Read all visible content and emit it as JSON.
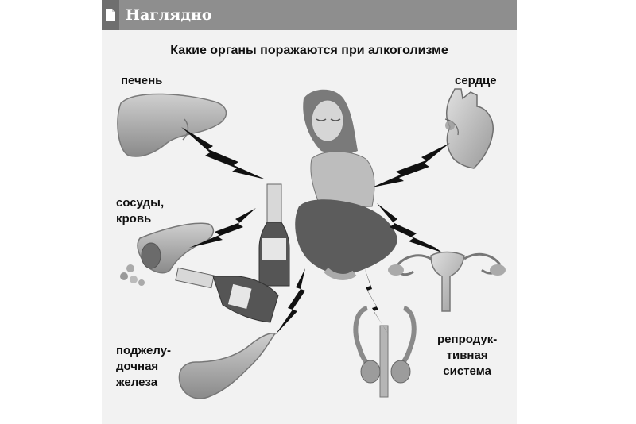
{
  "header": {
    "title": "Наглядно"
  },
  "main_title": "Какие органы поражаются при алкоголизме",
  "labels": {
    "liver": "печень",
    "heart": "сердце",
    "vessels": "сосуды,\nкровь",
    "pancreas": "поджелу-\nдочная\nжелеза",
    "reproductive": "репродук-\nтивная\nсистема"
  },
  "icons": [
    "document-icon",
    "liver-icon",
    "heart-icon",
    "vessel-icon",
    "pancreas-icon",
    "female-reproductive-icon",
    "male-reproductive-icon",
    "bottle-icon",
    "woman-figure",
    "lightning-icon"
  ]
}
